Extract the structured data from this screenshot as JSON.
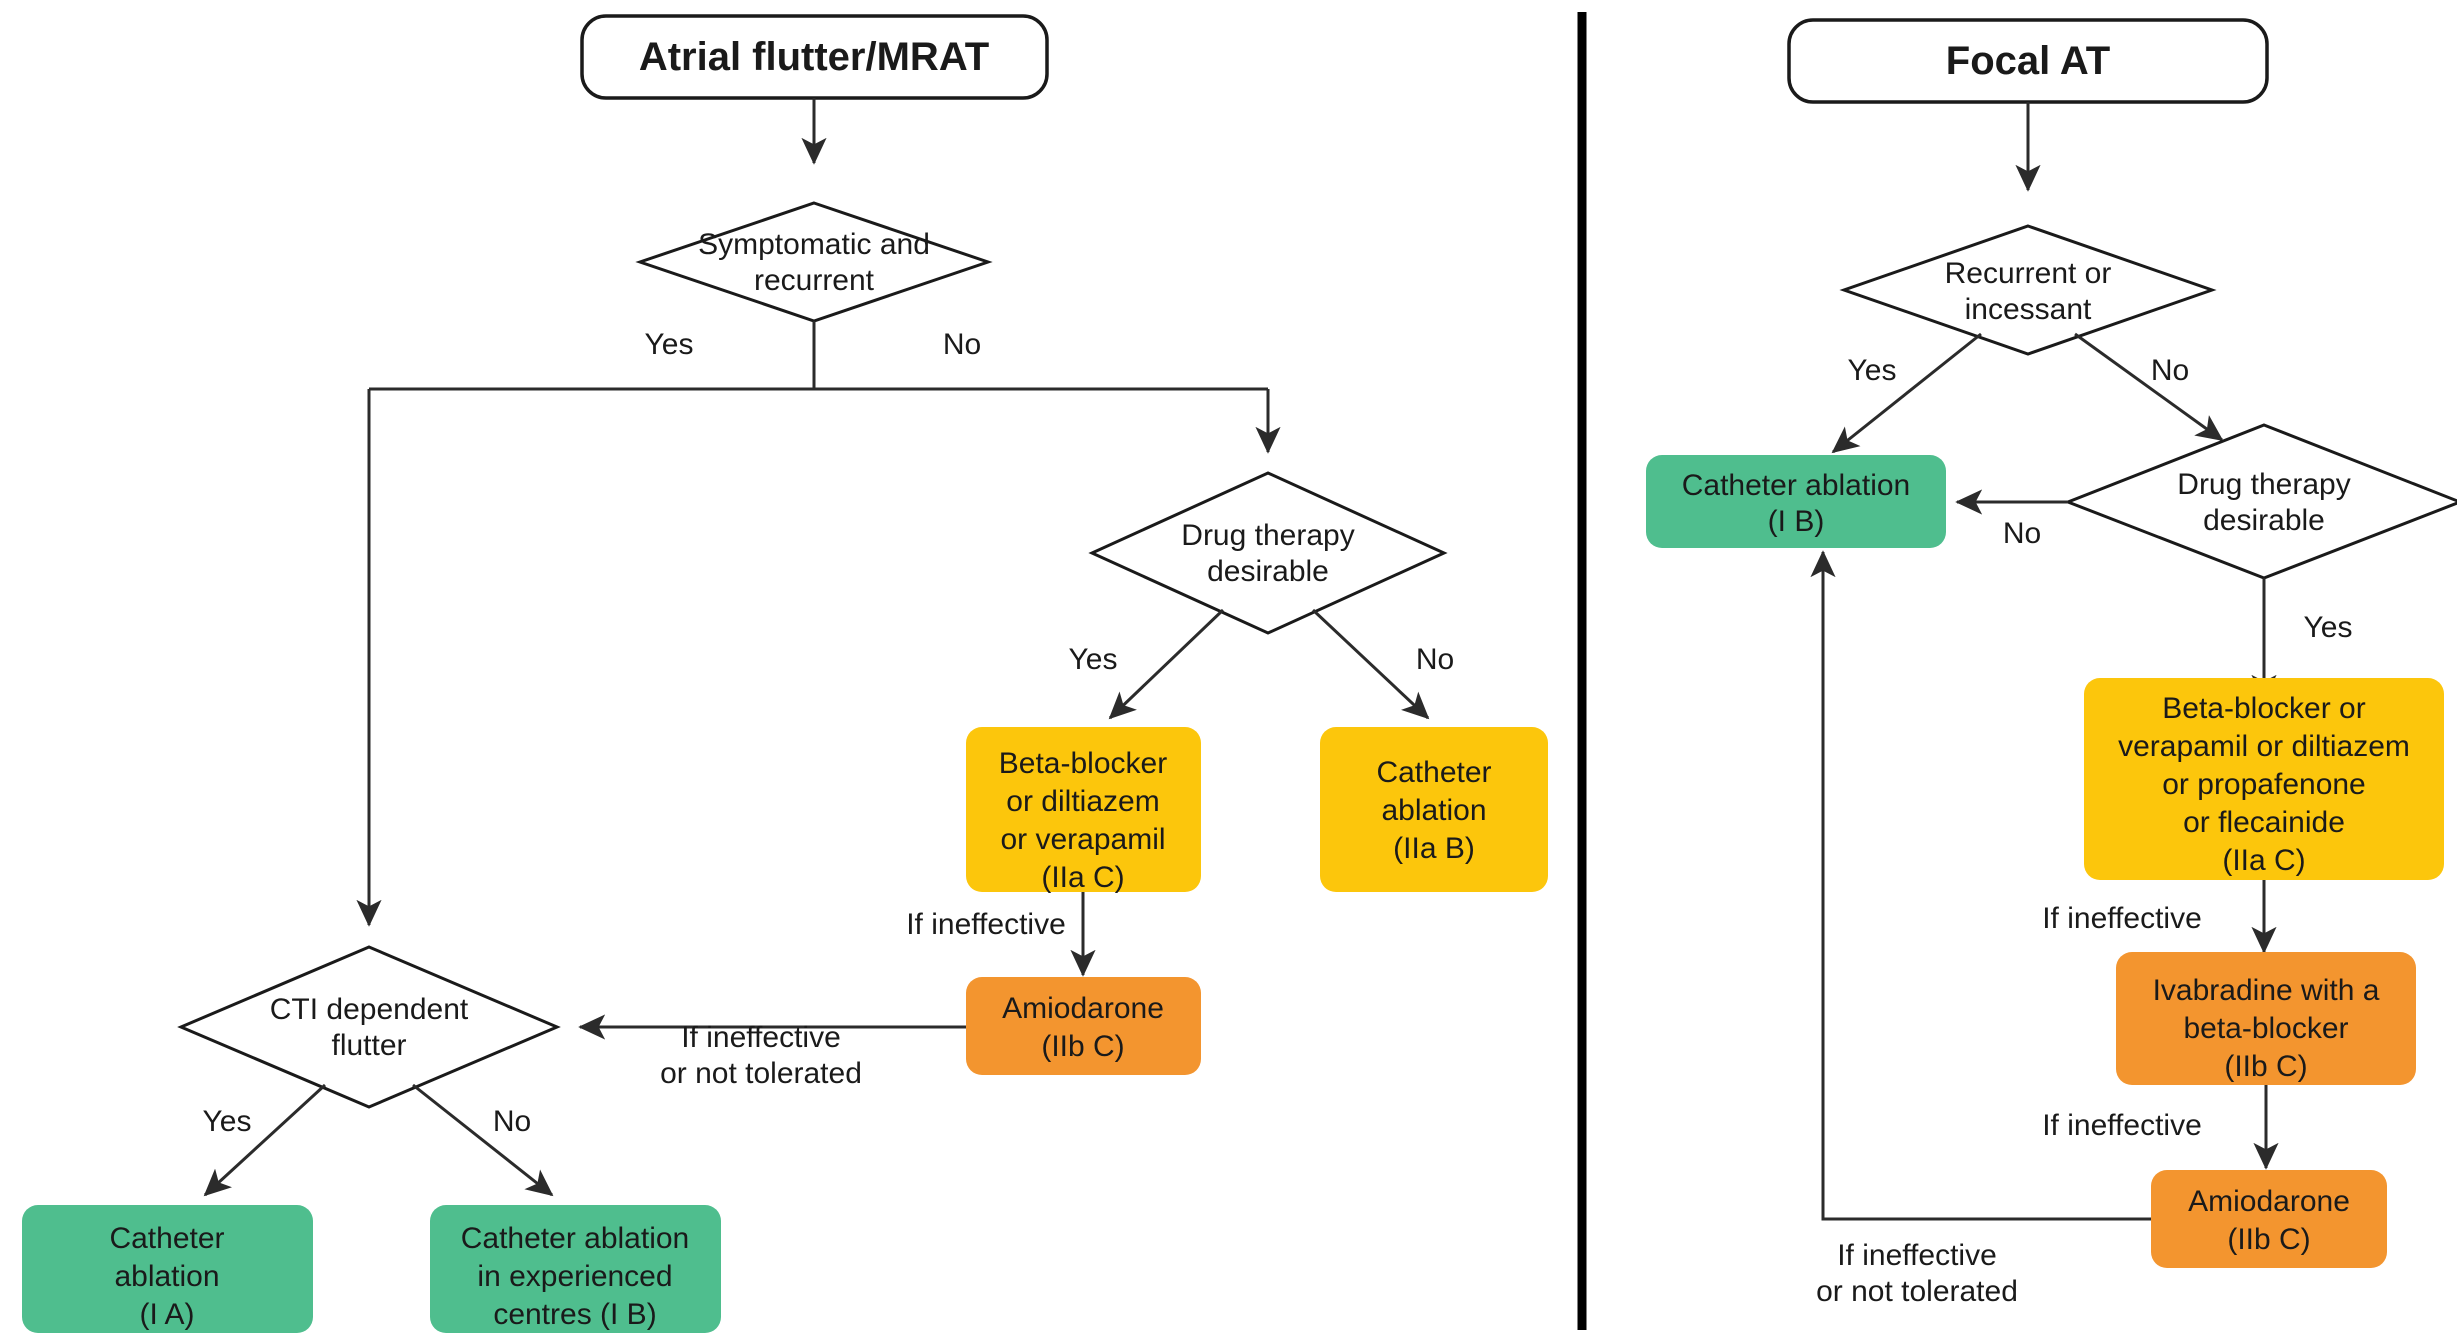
{
  "figure": {
    "type": "clinical-decision-flowchart",
    "panels": [
      {
        "id": "left",
        "title": "Atrial flutter/MRAT",
        "nodes": [
          {
            "id": "l-start",
            "kind": "terminator",
            "label": "Atrial flutter/MRAT",
            "color": "white"
          },
          {
            "id": "l-d1",
            "kind": "decision",
            "line1": "Symptomatic and",
            "line2": "recurrent"
          },
          {
            "id": "l-d2",
            "kind": "decision",
            "line1": "Drug therapy",
            "line2": "desirable"
          },
          {
            "id": "l-d3",
            "kind": "decision",
            "line1": "CTI dependent",
            "line2": "flutter"
          },
          {
            "id": "l-b1",
            "kind": "action",
            "color": "yellow",
            "lines": [
              "Beta-blocker",
              "or diltiazem",
              "or verapamil",
              "(IIa C)"
            ]
          },
          {
            "id": "l-b2",
            "kind": "action",
            "color": "yellow",
            "lines": [
              "Catheter",
              "ablation",
              "(IIa B)"
            ]
          },
          {
            "id": "l-b3",
            "kind": "action",
            "color": "orange",
            "lines": [
              "Amiodarone",
              "(IIb C)"
            ]
          },
          {
            "id": "l-b4",
            "kind": "action",
            "color": "green",
            "lines": [
              "Catheter",
              "ablation",
              "(I A)"
            ]
          },
          {
            "id": "l-b5",
            "kind": "action",
            "color": "green",
            "lines": [
              "Catheter ablation",
              "in experienced",
              "centres (I B)"
            ]
          }
        ],
        "edge_labels": [
          {
            "id": "l-e1",
            "text": "Yes"
          },
          {
            "id": "l-e2",
            "text": "No"
          },
          {
            "id": "l-e3",
            "text": "Yes"
          },
          {
            "id": "l-e4",
            "text": "No"
          },
          {
            "id": "l-e5",
            "text": "If ineffective"
          },
          {
            "id": "l-e6a",
            "text": "If ineffective"
          },
          {
            "id": "l-e6b",
            "text": "or not tolerated"
          },
          {
            "id": "l-e7",
            "text": "Yes"
          },
          {
            "id": "l-e8",
            "text": "No"
          }
        ]
      },
      {
        "id": "right",
        "title": "Focal AT",
        "nodes": [
          {
            "id": "r-start",
            "kind": "terminator",
            "label": "Focal AT",
            "color": "white"
          },
          {
            "id": "r-d1",
            "kind": "decision",
            "line1": "Recurrent or",
            "line2": "incessant"
          },
          {
            "id": "r-d2",
            "kind": "decision",
            "line1": "Drug therapy",
            "line2": "desirable"
          },
          {
            "id": "r-b1",
            "kind": "action",
            "color": "green",
            "lines": [
              "Catheter ablation",
              "(I B)"
            ]
          },
          {
            "id": "r-b2",
            "kind": "action",
            "color": "yellow",
            "lines": [
              "Beta-blocker or",
              "verapamil or diltiazem",
              "or propafenone",
              "or flecainide",
              "(IIa C)"
            ]
          },
          {
            "id": "r-b3",
            "kind": "action",
            "color": "orange",
            "lines": [
              "Ivabradine with a",
              "beta-blocker",
              "(IIb C)"
            ]
          },
          {
            "id": "r-b4",
            "kind": "action",
            "color": "orange",
            "lines": [
              "Amiodarone",
              "(IIb C)"
            ]
          }
        ],
        "edge_labels": [
          {
            "id": "r-e1",
            "text": "Yes"
          },
          {
            "id": "r-e2",
            "text": "No"
          },
          {
            "id": "r-e3",
            "text": "No"
          },
          {
            "id": "r-e4",
            "text": "Yes"
          },
          {
            "id": "r-e5",
            "text": "If ineffective"
          },
          {
            "id": "r-e6",
            "text": "If ineffective"
          },
          {
            "id": "r-e7a",
            "text": "If ineffective"
          },
          {
            "id": "r-e7b",
            "text": "or not tolerated"
          }
        ]
      }
    ],
    "colors": {
      "yellow": "#FCC60C",
      "orange": "#F3952F",
      "green": "#4FBE8E",
      "white": "#FFFFFF",
      "line": "#2B2B2B",
      "text": "#1A1A1A",
      "divider": "#000000"
    }
  }
}
